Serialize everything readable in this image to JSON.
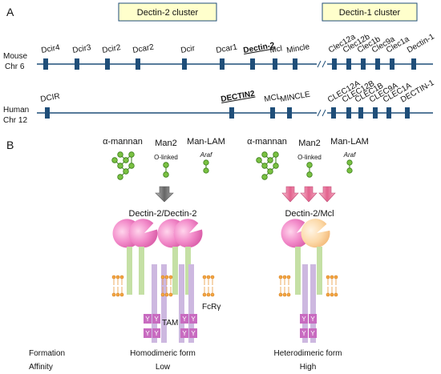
{
  "panel_a": {
    "label": "A",
    "dectin2_cluster": "Dectin-2 cluster",
    "dectin1_cluster": "Dectin-1 cluster",
    "mouse_chr_line1": "Mouse",
    "mouse_chr_line2": "Chr 6",
    "human_chr_line1": "Human",
    "human_chr_line2": "Chr 12",
    "mouse_genes": [
      "Dcir4",
      "Dcir3",
      "Dcir2",
      "Dcar2",
      "Dcir",
      "Dcar1",
      "Dectin-2",
      "Mcl",
      "Mincle",
      "Clec12a",
      "Clec12b",
      "Clec1b",
      "Clec9a",
      "Clec1a",
      "Dectin-1"
    ],
    "human_genes": [
      "DCIR",
      "DECTIN2",
      "MCL",
      "MINCLE",
      "CLEC12A",
      "CLEC12B",
      "CLEC1B",
      "CLEC9A",
      "CLEC1A",
      "DECTIN-1"
    ]
  },
  "panel_b": {
    "label": "B",
    "ligands": {
      "alpha_mannan": "α-mannan",
      "man2": "Man2",
      "o_linked": "O-linked",
      "man_lam": "Man-LAM",
      "araf": "Araf"
    },
    "left_complex": "Dectin-2/Dectin-2",
    "right_complex": "Dectin-2/Mcl",
    "itam_letter": "Y",
    "tam_label": "TAM",
    "fcr_label": "FcRγ",
    "row_formation": "Formation",
    "row_affinity": "Affinity",
    "left_formation": "Homodimeric form",
    "left_affinity": "Low",
    "right_formation": "Heterodimeric form",
    "right_affinity": "High"
  },
  "colors": {
    "chromosome": "#1f4e79",
    "cluster_fill": "#ffffcc",
    "glycan": "#7ac142",
    "dectin2_crd": "#ee82c8",
    "mcl_crd": "#fcd9a8",
    "transmembrane": "#c5e0a5",
    "fcr_gamma": "#cdb8e0",
    "itam": "#c86bc0",
    "lipid": "#f5a742",
    "arrow_gray": "#777777",
    "arrow_pink": "#f08aa8"
  }
}
